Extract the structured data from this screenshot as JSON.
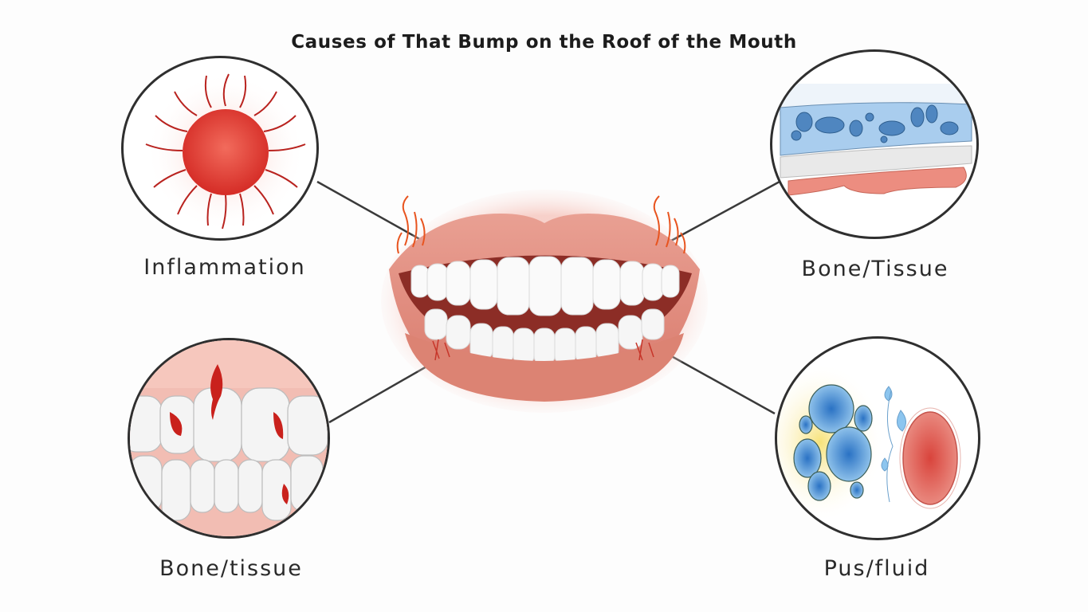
{
  "title": "Causes of That Bump on the Roof of the Mouth",
  "callouts": [
    {
      "id": "inflammation",
      "label": "Inflammation",
      "position": "top-left",
      "icon": "inflamed-lesion"
    },
    {
      "id": "bone-tissue-top",
      "label": "Bone/Tissue",
      "position": "top-right",
      "icon": "bone-tissue-layers"
    },
    {
      "id": "bone-tissue-bottom",
      "label": "Bone/tissue",
      "position": "bottom-left",
      "icon": "bleeding-teeth"
    },
    {
      "id": "pus-fluid",
      "label": "Pus/fluid",
      "position": "bottom-right",
      "icon": "pus-cells-cyst"
    }
  ],
  "center_illustration": "open-mouth-teeth",
  "colors": {
    "outline": "#2f2f2f",
    "inflammation_red": "#e23a33",
    "lip": "#e58f80",
    "bone_blue": "#7fb3e0",
    "tissue_red": "#e8776a",
    "pus_yellow": "#f5e27a"
  }
}
